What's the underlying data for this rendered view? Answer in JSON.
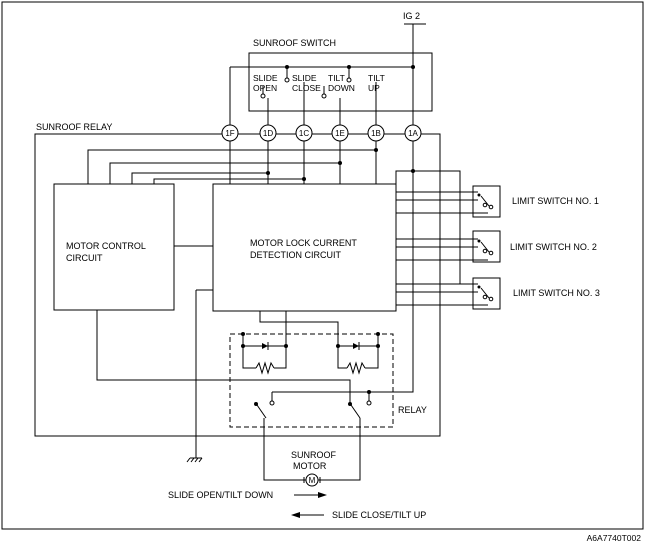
{
  "labels": {
    "ig2": "IG 2",
    "sunroof_switch": "SUNROOF SWITCH",
    "slide_open_1": "SLIDE",
    "slide_open_2": "OPEN",
    "slide_close_1": "SLIDE",
    "slide_close_2": "CLOSE",
    "tilt_down_1": "TILT",
    "tilt_down_2": "DOWN",
    "tilt_up_1": "TILT",
    "tilt_up_2": "UP",
    "sunroof_relay": "SUNROOF RELAY",
    "motor_control_1": "MOTOR CONTROL",
    "motor_control_2": "CIRCUIT",
    "motor_lock_1": "MOTOR LOCK CURRENT",
    "motor_lock_2": "DETECTION CIRCUIT",
    "limit_switch_1": "LIMIT SWITCH NO. 1",
    "limit_switch_2": "LIMIT SWITCH NO. 2",
    "limit_switch_3": "LIMIT SWITCH NO. 3",
    "relay": "RELAY",
    "sunroof_motor_1": "SUNROOF",
    "sunroof_motor_2": "MOTOR",
    "motor_symbol": "M",
    "slide_open_tilt_down": "SLIDE OPEN/TILT DOWN",
    "slide_close_tilt_up": "SLIDE CLOSE/TILT UP",
    "figure_code": "A6A7740T002"
  },
  "terminals": [
    "1F",
    "1D",
    "1C",
    "1E",
    "1B",
    "1A"
  ]
}
